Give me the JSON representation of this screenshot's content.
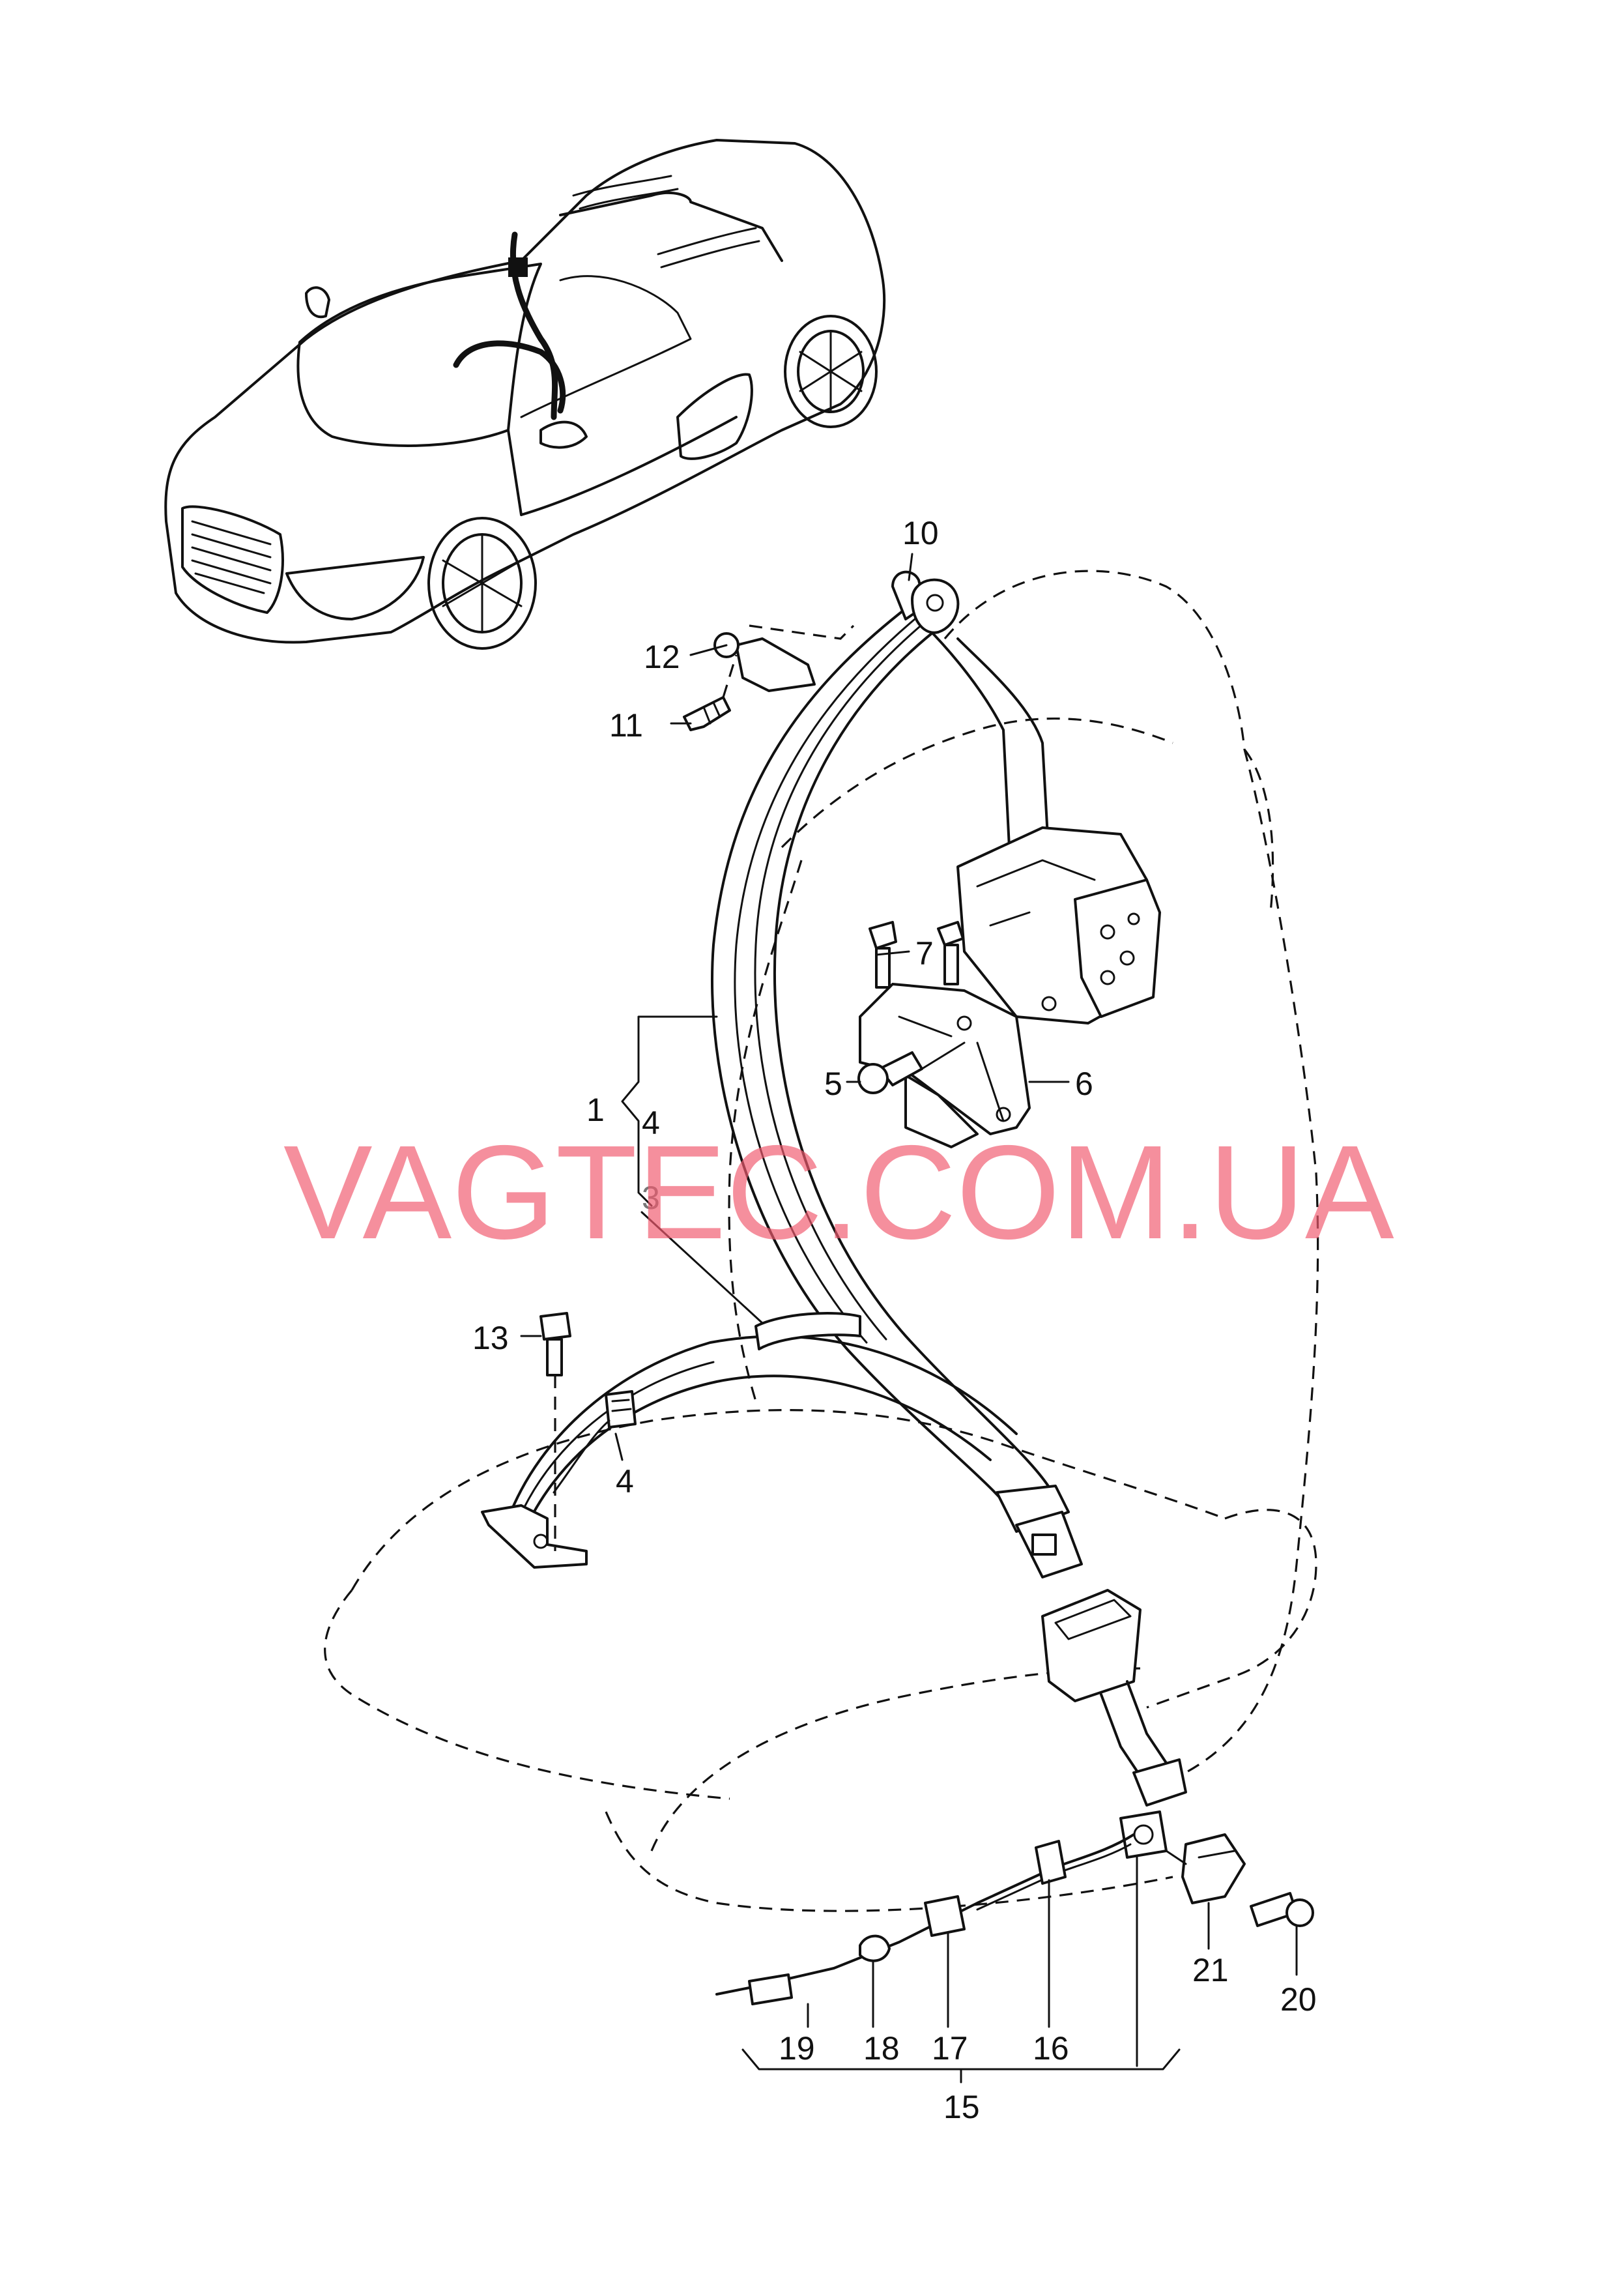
{
  "watermark": "VAGTEC.COM.UA",
  "callouts": {
    "c1": "1",
    "c3": "3",
    "c4a": "4",
    "c4b": "4",
    "c5": "5",
    "c6": "6",
    "c7": "7",
    "c10": "10",
    "c11": "11",
    "c12": "12",
    "c13": "13",
    "c15": "15",
    "c16": "16",
    "c17": "17",
    "c18": "18",
    "c19": "19",
    "c20": "20",
    "c21": "21"
  }
}
